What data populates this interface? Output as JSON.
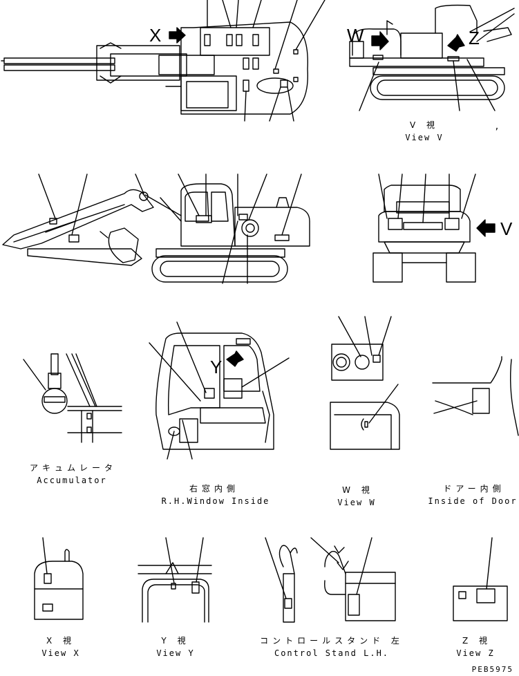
{
  "callouts": {
    "x": "X",
    "w": "W",
    "z": "Z",
    "v": "V",
    "y": "Y"
  },
  "views": {
    "view_v": {
      "jp": "V 視",
      "en": "View V",
      "mark": ","
    },
    "accumulator": {
      "jp": "アキュムレータ",
      "en": "Accumulator"
    },
    "rh_window": {
      "jp": "右窓内側",
      "en": "R.H.Window Inside"
    },
    "view_w": {
      "jp": "W 視",
      "en": "View W"
    },
    "inside_door": {
      "jp": "ドアー内側",
      "en": "Inside of Door"
    },
    "view_x": {
      "jp": "X 視",
      "en": "View X"
    },
    "view_y": {
      "jp": "Y 視",
      "en": "View Y"
    },
    "control_stand": {
      "jp": "コントロールスタンド 左",
      "en": "Control Stand L.H."
    },
    "view_z": {
      "jp": "Z 視",
      "en": "View Z"
    }
  },
  "drawing_code": "PEB5975"
}
